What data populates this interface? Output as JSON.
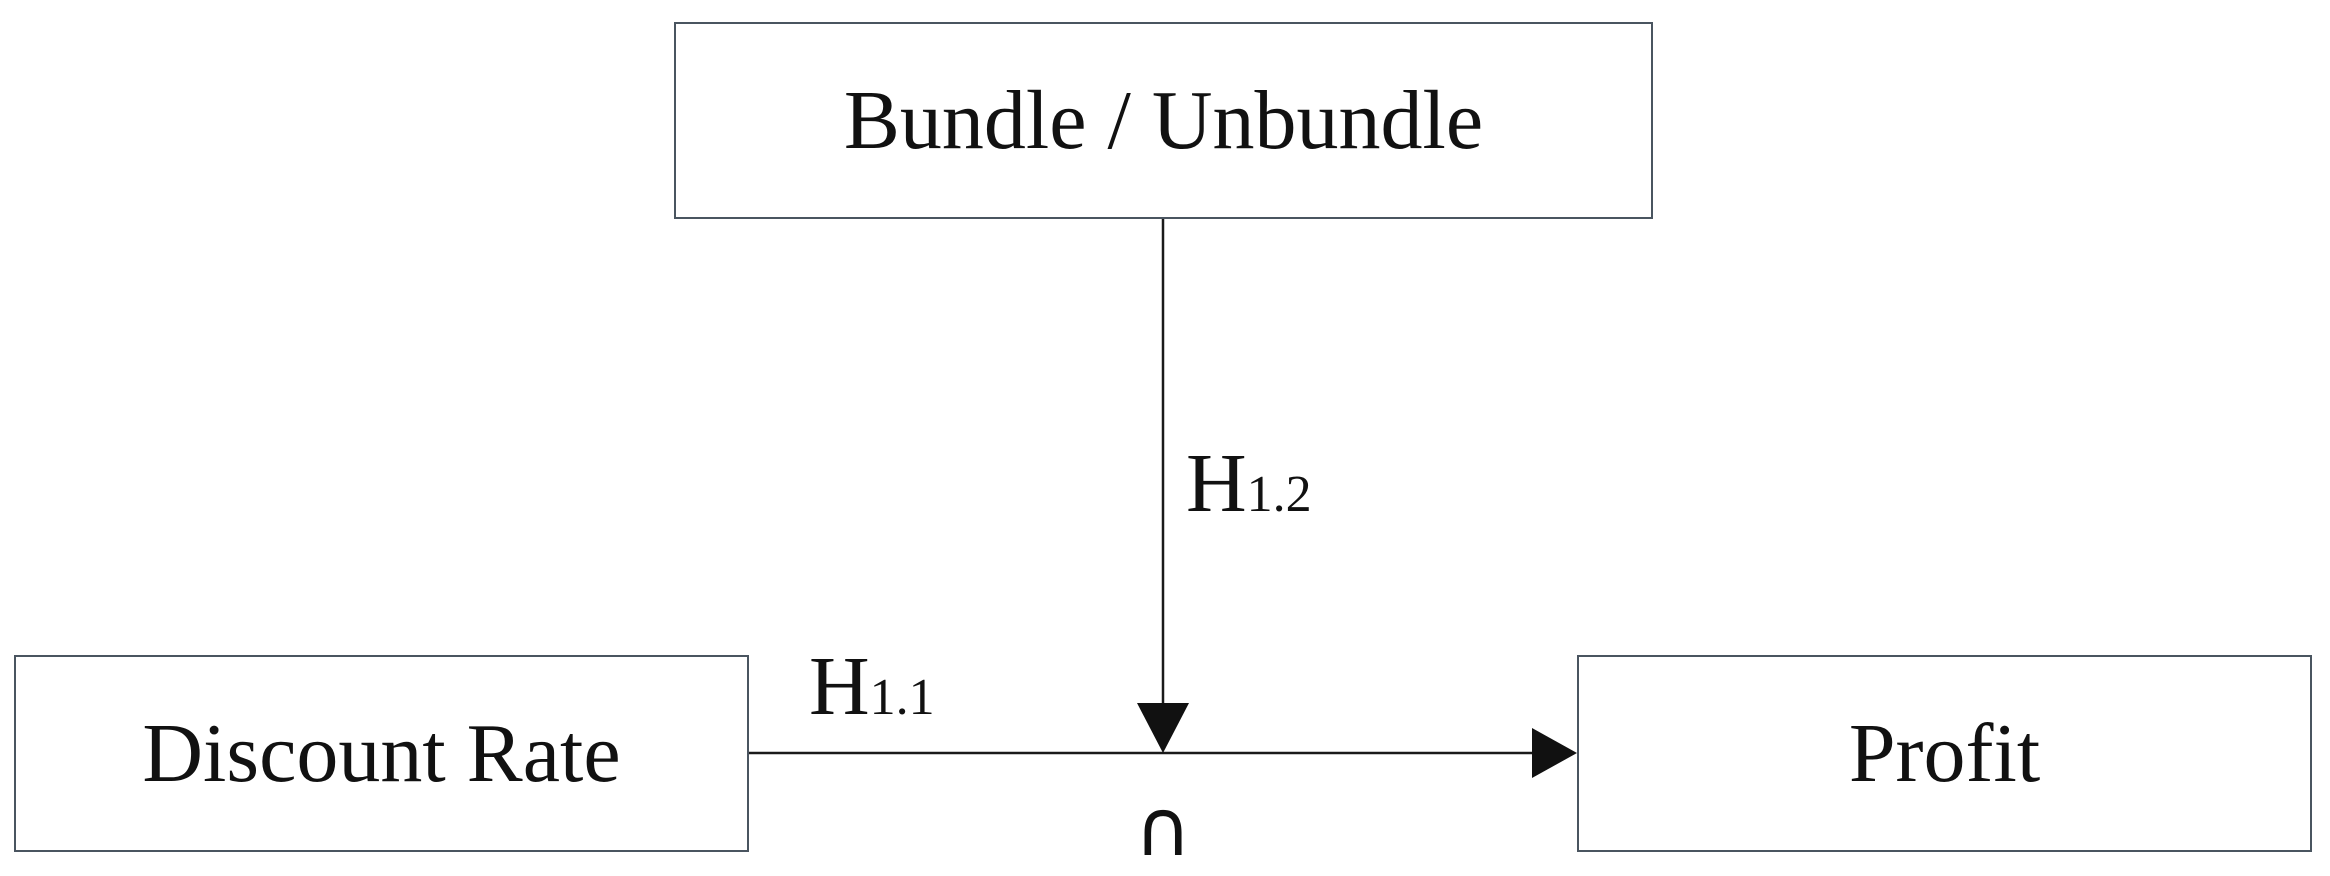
{
  "nodes": {
    "bundle": {
      "label": "Bundle / Unbundle"
    },
    "discount_rate": {
      "label": "Discount Rate"
    },
    "profit": {
      "label": "Profit"
    }
  },
  "edges": [
    {
      "id": "H1.1",
      "from": "discount_rate",
      "to": "profit",
      "label_main": "H",
      "label_sub": "1.1"
    },
    {
      "id": "H1.2",
      "from": "bundle",
      "to": "H1.1",
      "label_main": "H",
      "label_sub": "1.2"
    }
  ],
  "interaction_symbol": "∩",
  "colors": {
    "line": "#1a1a1a",
    "box_border": "#4a5560",
    "text": "#111111"
  }
}
